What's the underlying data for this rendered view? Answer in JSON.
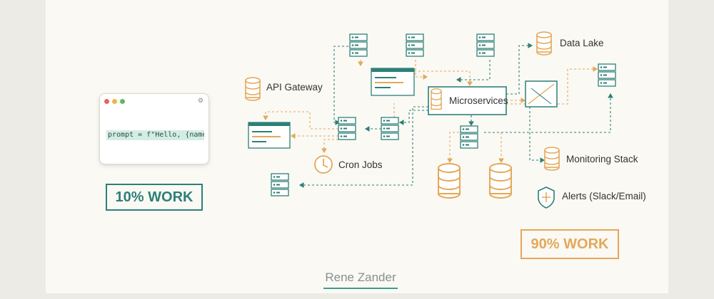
{
  "labels": {
    "api_gateway": "API Gateway",
    "data_lake": "Data Lake",
    "microservices": "Microservices",
    "cron_jobs": "Cron Jobs",
    "monitoring_stack": "Monitoring Stack",
    "alerts": "Alerts (Slack/Email)"
  },
  "code_line": "prompt = f\"Hello, {name}!\"",
  "badge_left": "10% WORK",
  "badge_right": "90% WORK",
  "signature": "Rene Zander",
  "colors": {
    "teal": "#2e7f77",
    "orange": "#e4a85a",
    "node_fill": "#ffffff"
  },
  "icons": [
    "database-icon",
    "clock-icon",
    "shield-icon",
    "server-icon",
    "dashboard-icon"
  ]
}
